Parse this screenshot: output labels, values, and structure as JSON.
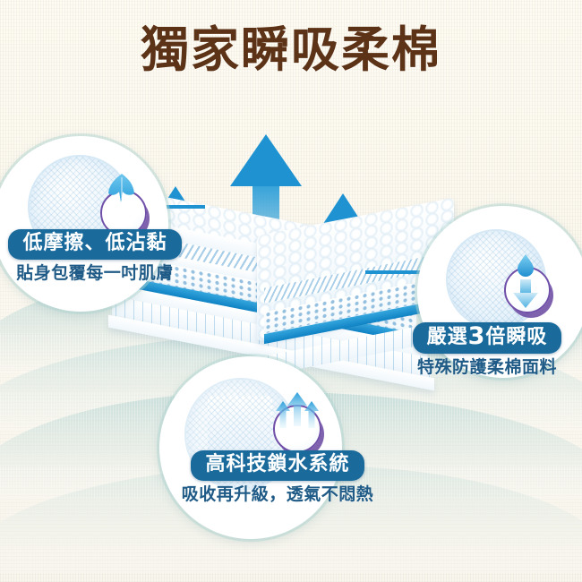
{
  "page": {
    "title": "獨家瞬吸柔棉",
    "background_color": "#fdfbf4",
    "title_color": "#5c3317",
    "accent_color": "#1a6b9c",
    "arrow_color": "#1f93d2",
    "ring_color": "#6f4fa8",
    "watercolor_color": "#a4cbcb"
  },
  "features": [
    {
      "id": "low-friction",
      "badge": "低摩擦、低沾黏",
      "subtitle": "貼身包覆每一吋肌膚",
      "icon": "leaf-icon",
      "position": "left"
    },
    {
      "id": "triple-absorb",
      "badge_prefix": "嚴選",
      "badge_number": "3",
      "badge_suffix": "倍瞬吸",
      "badge": "嚴選3倍瞬吸",
      "subtitle": "特殊防護柔棉面料",
      "icon": "water-drop-down-arrow-icon",
      "position": "right"
    },
    {
      "id": "water-lock",
      "badge": "高科技鎖水系統",
      "subtitle": "吸收再升級，透氣不悶熱",
      "icon": "up-arrows-breathable-icon",
      "position": "bottom"
    }
  ],
  "illustration": {
    "name": "layered-sanitary-pad-cross-section",
    "breathability_arrows": 3,
    "layers": [
      "quilted-top-sheet",
      "perforated-mesh-layer",
      "zigzag-absorbent-layer",
      "blue-core-band",
      "wavy-bottom-layer"
    ]
  }
}
